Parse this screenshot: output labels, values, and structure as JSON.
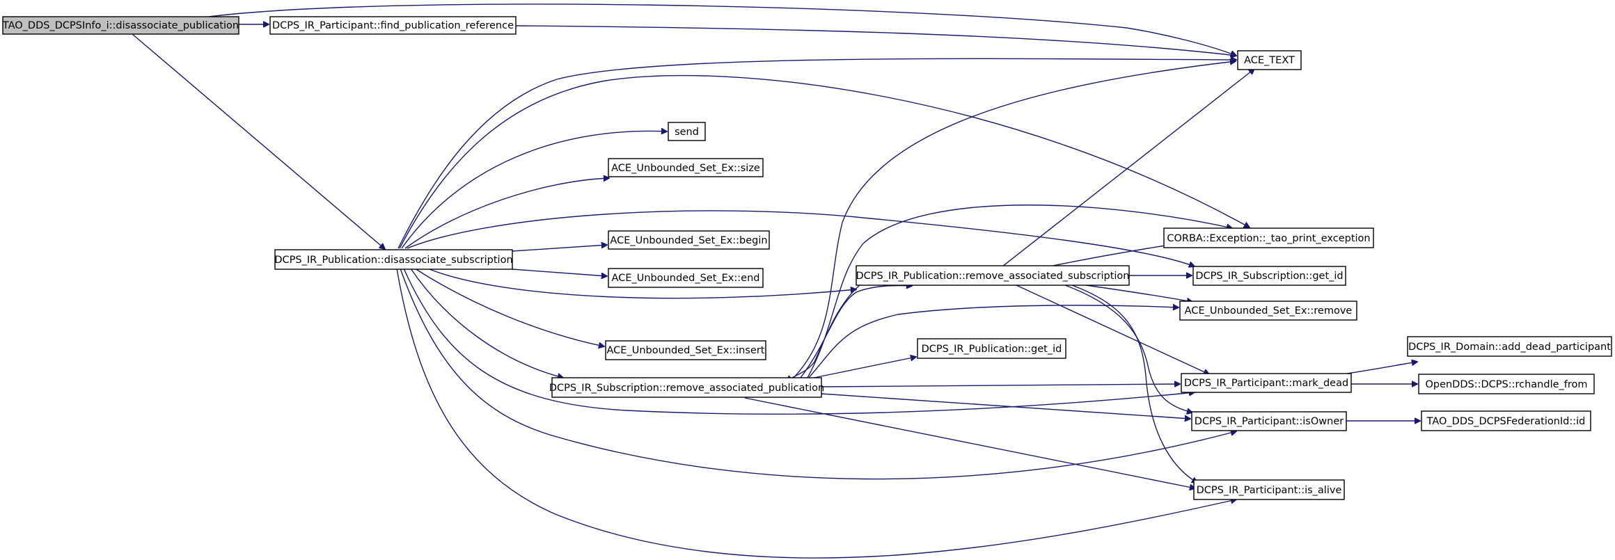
{
  "diagram": {
    "type": "call-graph",
    "edge_color": "#191970",
    "root_fill": "#bfbfbf",
    "nodes": {
      "root": "TAO_DDS_DCPSInfo_i::disassociate_publication",
      "find_pub_ref": "DCPS_IR_Participant::find_publication_reference",
      "ace_text": "ACE_TEXT",
      "send": "send",
      "set_size": "ACE_Unbounded_Set_Ex::size",
      "disassoc_sub": "DCPS_IR_Publication::disassociate_subscription",
      "set_begin": "ACE_Unbounded_Set_Ex::begin",
      "set_end": "ACE_Unbounded_Set_Ex::end",
      "set_insert": "ACE_Unbounded_Set_Ex::insert",
      "tao_print_exc": "CORBA::Exception::_tao_print_exception",
      "sub_get_id": "DCPS_IR_Subscription::get_id",
      "rem_assoc_sub": "DCPS_IR_Publication::remove_associated_subscription",
      "set_remove": "ACE_Unbounded_Set_Ex::remove",
      "pub_get_id": "DCPS_IR_Publication::get_id",
      "rem_assoc_pub": "DCPS_IR_Subscription::remove_associated_publication",
      "add_dead": "DCPS_IR_Domain::add_dead_participant",
      "mark_dead": "DCPS_IR_Participant::mark_dead",
      "rchandle_from": "OpenDDS::DCPS::rchandle_from",
      "is_owner": "DCPS_IR_Participant::isOwner",
      "fed_id": "TAO_DDS_DCPSFederationId::id",
      "is_alive": "DCPS_IR_Participant::is_alive"
    },
    "edges": [
      [
        "root",
        "find_pub_ref"
      ],
      [
        "root",
        "ace_text"
      ],
      [
        "root",
        "disassoc_sub"
      ],
      [
        "find_pub_ref",
        "ace_text"
      ],
      [
        "disassoc_sub",
        "ace_text"
      ],
      [
        "disassoc_sub",
        "send"
      ],
      [
        "disassoc_sub",
        "set_size"
      ],
      [
        "disassoc_sub",
        "tao_print_exc"
      ],
      [
        "disassoc_sub",
        "sub_get_id"
      ],
      [
        "disassoc_sub",
        "set_begin"
      ],
      [
        "disassoc_sub",
        "set_end"
      ],
      [
        "disassoc_sub",
        "rem_assoc_sub"
      ],
      [
        "disassoc_sub",
        "set_insert"
      ],
      [
        "disassoc_sub",
        "rem_assoc_pub"
      ],
      [
        "disassoc_sub",
        "mark_dead"
      ],
      [
        "disassoc_sub",
        "is_owner"
      ],
      [
        "disassoc_sub",
        "is_alive"
      ],
      [
        "rem_assoc_sub",
        "ace_text"
      ],
      [
        "rem_assoc_sub",
        "tao_print_exc"
      ],
      [
        "rem_assoc_sub",
        "sub_get_id"
      ],
      [
        "rem_assoc_sub",
        "set_remove"
      ],
      [
        "rem_assoc_sub",
        "mark_dead"
      ],
      [
        "rem_assoc_sub",
        "is_owner"
      ],
      [
        "rem_assoc_sub",
        "is_alive"
      ],
      [
        "rem_assoc_sub",
        "rem_assoc_pub"
      ],
      [
        "rem_assoc_pub",
        "ace_text"
      ],
      [
        "rem_assoc_pub",
        "tao_print_exc"
      ],
      [
        "rem_assoc_pub",
        "rem_assoc_sub"
      ],
      [
        "rem_assoc_pub",
        "set_remove"
      ],
      [
        "rem_assoc_pub",
        "pub_get_id"
      ],
      [
        "rem_assoc_pub",
        "mark_dead"
      ],
      [
        "rem_assoc_pub",
        "is_owner"
      ],
      [
        "rem_assoc_pub",
        "is_alive"
      ],
      [
        "mark_dead",
        "add_dead"
      ],
      [
        "mark_dead",
        "rchandle_from"
      ],
      [
        "is_owner",
        "fed_id"
      ]
    ]
  }
}
